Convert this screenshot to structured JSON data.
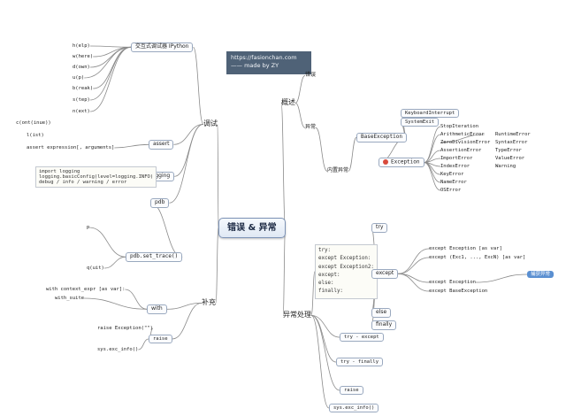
{
  "root": "错误 & 异常",
  "banner": [
    "https://fasionchan.com",
    "—— made by ZY"
  ],
  "branches": {
    "overview": "概述",
    "debug": "调试",
    "exception_handling": "异常处理",
    "supplement": "补充"
  },
  "overview": {
    "error": "错误",
    "exception": "异常",
    "builtin": "内置异常"
  },
  "exceptions": [
    "BaseException",
    "SystemExit",
    "KeyboardInterrupt",
    "Exception",
    "StopIteration",
    "ArithmeticError",
    "ZeroDivisionError",
    "AssertionError",
    "ImportError",
    "IndexError",
    "KeyError",
    "NameError",
    "OSError",
    "RuntimeError",
    "SyntaxError",
    "TypeError",
    "ValueError",
    "Warning"
  ],
  "debug": {
    "ipython": "交互式调试器 IPython",
    "assert": "assert",
    "assert_syntax": "assert expression[, arguments]",
    "logging": "logging",
    "pdb": "pdb",
    "set_trace": "pdb.set_trace()",
    "commands": [
      "h(elp)",
      "w(here)",
      "d(own)",
      "u(p)",
      "b(reak)",
      "s(tep)",
      "n(ext)",
      "c(ont(inue))",
      "l(ist)",
      "p",
      "q(uit)"
    ],
    "logging_code": [
      "import logging",
      "logging.basicConfig(level=logging.INFO)",
      "debug / info / warning / error"
    ]
  },
  "handling": {
    "try_items": [
      "try:",
      "except Exception:",
      "except Exception2:",
      "except:",
      "else:",
      "finally:"
    ],
    "try": "try",
    "except": "except",
    "else": "else",
    "finally": "finally",
    "forms": [
      "except Exception [as var]",
      "except (Exc1, ..., ExcN) [as var]",
      "except Exception",
      "except BaseException"
    ],
    "tag": "捕获异常",
    "try_except": "try - except",
    "try_finally": "try - finally",
    "raise": "raise",
    "sys_exc_info": "sys.exc_info()"
  },
  "supplement": {
    "with": "with",
    "with_code": "with context_expr [as var]:",
    "with_suite": "with_suite",
    "raise_exc": "raise Exception(\"\")",
    "raise": "raise",
    "sys_exc_info": "sys.exc_info()"
  }
}
